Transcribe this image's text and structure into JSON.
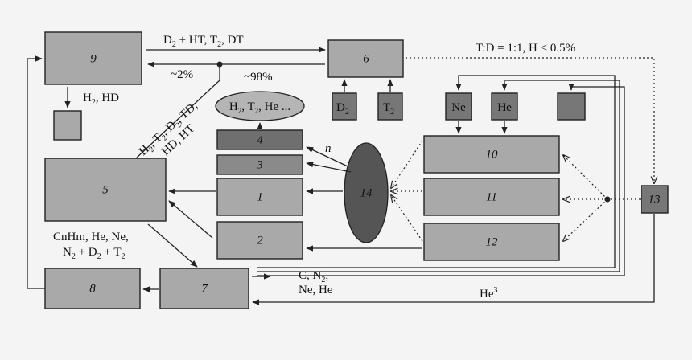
{
  "blocks": {
    "b1": "1",
    "b2": "2",
    "b3": "3",
    "b4": "4",
    "b5": "5",
    "b6": "6",
    "b7": "7",
    "b8": "8",
    "b9": "9",
    "b10": "10",
    "b11": "11",
    "b12": "12",
    "b13": "13",
    "b14": "14"
  },
  "sources": {
    "d2": "D",
    "d2_sub": "2",
    "t2": "T",
    "t2_sub": "2",
    "ne": "Ne",
    "he": "He"
  },
  "labels": {
    "top_flow": "D",
    "top_flow_sub": "2",
    "top_flow_rest": " + HT, T",
    "top_flow_sub2": "2",
    "top_flow_end": ", DT",
    "pct2": "~2%",
    "pct98": "~98%",
    "ratio": "T:D = 1:1, H < 0.5%",
    "h2hd": "H",
    "h2hd_sub": "2",
    "h2hd_rest": ", HD",
    "ellipse_a": "H",
    "ellipse_a_sub": "2",
    "ellipse_b": ", T",
    "ellipse_b_sub": "2",
    "ellipse_c": ", He ...",
    "diag1": "H",
    "diag1_sub": "2",
    "diag1_b": ", T",
    "diag1_sub2": "2",
    "diag1_c": ", D",
    "diag1_sub3": "2",
    "diag1_d": ", TD,",
    "diag2": "HD, HT",
    "n": "n",
    "cnhm_line1": "CnHm, He, Ne,",
    "cnhm_line2a": "N",
    "cnhm_sub1": "2",
    "cnhm_line2b": " + D",
    "cnhm_sub2": "2",
    "cnhm_line2c": " + T",
    "cnhm_sub3": "2",
    "out_line1a": "C, N",
    "out_sub": "2",
    "out_line1b": ",",
    "out_line2": "Ne, He",
    "he3": "He",
    "he3_sup": "3"
  }
}
